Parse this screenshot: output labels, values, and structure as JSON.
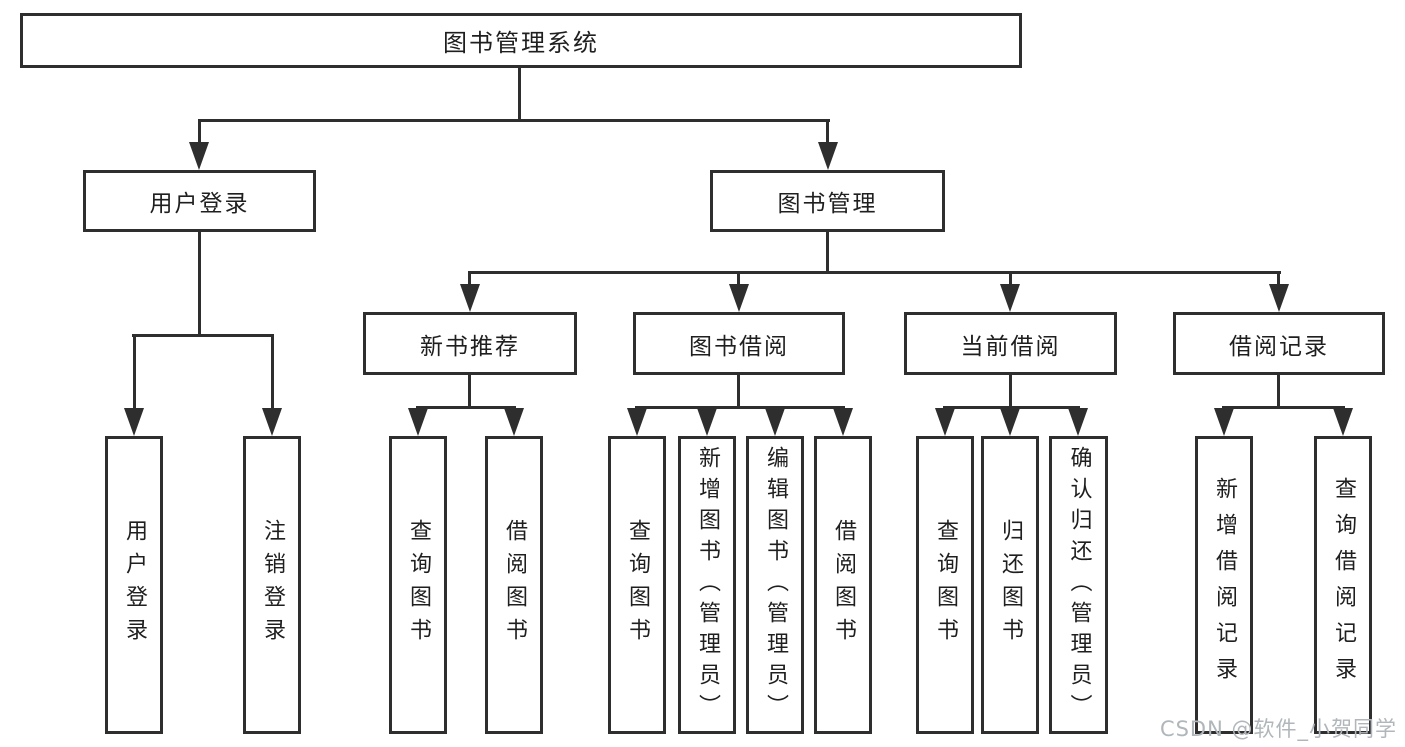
{
  "tree": {
    "root": {
      "label": "图书管理系统"
    },
    "level2": [
      {
        "label": "用户登录",
        "leaves": [
          {
            "label": "用户登录"
          },
          {
            "label": "注销登录"
          }
        ]
      },
      {
        "label": "图书管理",
        "groups": [
          {
            "label": "新书推荐",
            "leaves": [
              {
                "label": "查询图书"
              },
              {
                "label": "借阅图书"
              }
            ]
          },
          {
            "label": "图书借阅",
            "leaves": [
              {
                "label": "查询图书"
              },
              {
                "label": "新增图书（管理员）"
              },
              {
                "label": "编辑图书（管理员）"
              },
              {
                "label": "借阅图书"
              }
            ]
          },
          {
            "label": "当前借阅",
            "leaves": [
              {
                "label": "查询图书"
              },
              {
                "label": "归还图书"
              },
              {
                "label": "确认归还（管理员）"
              }
            ]
          },
          {
            "label": "借阅记录",
            "leaves": [
              {
                "label": "新增借阅记录"
              },
              {
                "label": "查询借阅记录"
              }
            ]
          }
        ]
      }
    ]
  },
  "watermark": {
    "text": "CSDN @软件_小贺同学"
  },
  "colors": {
    "line": "#2e2e2e",
    "text": "#1f1f1f",
    "box_background": "#ffffff",
    "page_background": "#ffffff",
    "watermark": "#b0b6ba"
  }
}
